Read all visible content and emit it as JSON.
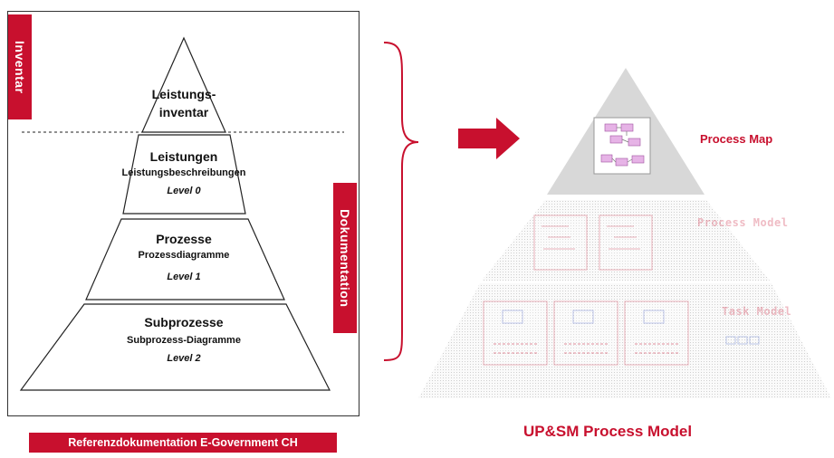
{
  "left_panel": {
    "tab_inventar": "Inventar",
    "tab_dokumentation": "Dokumentation",
    "levels": [
      {
        "title_line1": "Leistungs-",
        "title_line2": "inventar"
      },
      {
        "title": "Leistungen",
        "subtitle": "Leistungsbeschreibungen",
        "level": "Level 0"
      },
      {
        "title": "Prozesse",
        "subtitle": "Prozessdiagramme",
        "level": "Level 1"
      },
      {
        "title": "Subprozesse",
        "subtitle": "Subprozess-Diagramme",
        "level": "Level 2"
      }
    ],
    "footer_label": "Referenzdokumentation E-Government CH"
  },
  "right_panel": {
    "labels": {
      "process_map": "Process Map",
      "process_model": "Process Model",
      "task_model": "Task Model"
    },
    "title": "UP&SM Process Model"
  },
  "colors": {
    "accent": "#c8102e",
    "line": "#333333",
    "pyramid_top": "#d9d9d9",
    "pyramid_faded": "#e9e9e9"
  },
  "icons": [
    "brace-icon",
    "right-arrow-icon",
    "process-map-thumbnail-icon"
  ]
}
